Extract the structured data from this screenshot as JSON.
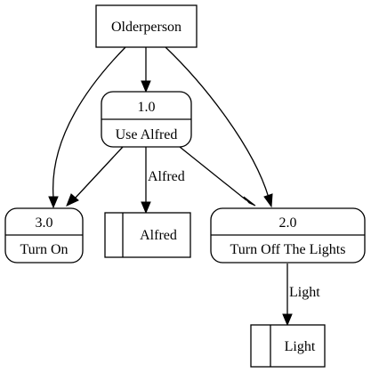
{
  "diagram": {
    "entity": {
      "name": "Olderperson"
    },
    "processes": [
      {
        "id": "1.0",
        "name": "Use Alfred"
      },
      {
        "id": "2.0",
        "name": "Turn Off The Lights"
      },
      {
        "id": "3.0",
        "name": "Turn On"
      }
    ],
    "datastores": [
      {
        "name": "Alfred"
      },
      {
        "name": "Light"
      }
    ],
    "flows": [
      {
        "from": "Olderperson",
        "to": "1.0",
        "label": ""
      },
      {
        "from": "Olderperson",
        "to": "3.0",
        "label": ""
      },
      {
        "from": "Olderperson",
        "to": "2.0",
        "label": ""
      },
      {
        "from": "1.0",
        "to": "3.0",
        "label": ""
      },
      {
        "from": "1.0",
        "to": "Alfred",
        "label": "Alfred"
      },
      {
        "from": "1.0",
        "to": "2.0",
        "label": ""
      },
      {
        "from": "2.0",
        "to": "Light",
        "label": "Light"
      }
    ]
  }
}
